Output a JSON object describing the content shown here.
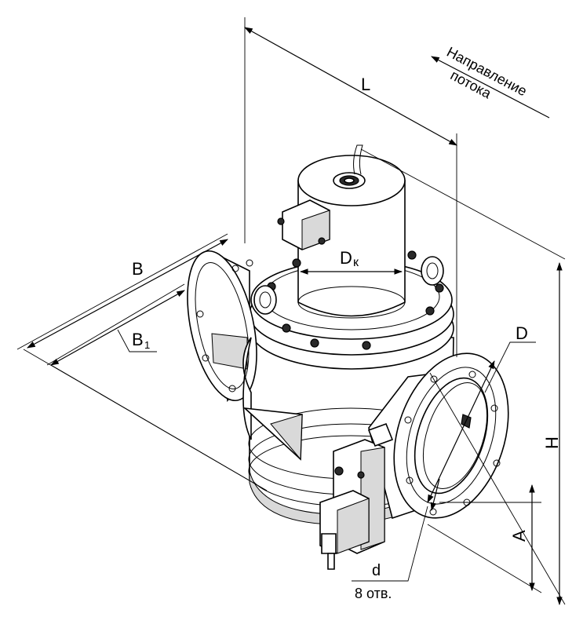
{
  "labels": {
    "L": "L",
    "B": "B",
    "B1_main": "B",
    "B1_sub": "1",
    "Dk_main": "D",
    "Dk_sub": "к",
    "D": "D",
    "H": "H",
    "A": "A",
    "d": "d",
    "holes": "8 отв.",
    "flow_line1": "Направление",
    "flow_line2": "потока"
  }
}
